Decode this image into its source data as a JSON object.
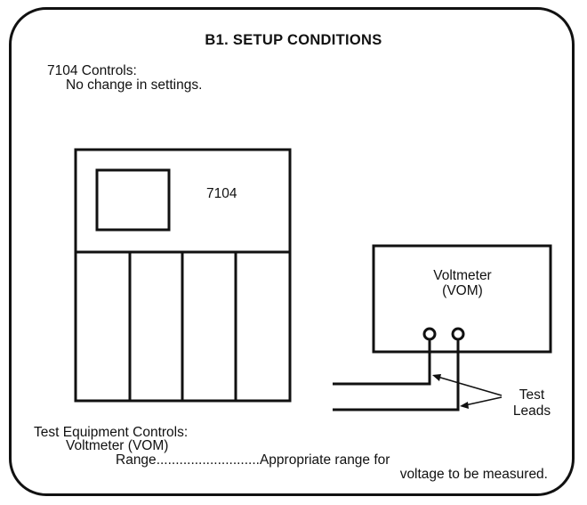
{
  "title": "B1. SETUP CONDITIONS",
  "controls_7104": {
    "heading": "7104 Controls:",
    "note": "No change in settings."
  },
  "instrument": {
    "label": "7104"
  },
  "voltmeter": {
    "line1": "Voltmeter",
    "line2": "(VOM)"
  },
  "leads": {
    "line1": "Test",
    "line2": "Leads"
  },
  "test_equipment": {
    "heading": "Test Equipment Controls:",
    "device": "Voltmeter (VOM)",
    "setting_name": "Range",
    "leader": "...........................",
    "setting_value_line1": "Appropriate range for",
    "setting_value_line2": "voltage to be measured."
  }
}
